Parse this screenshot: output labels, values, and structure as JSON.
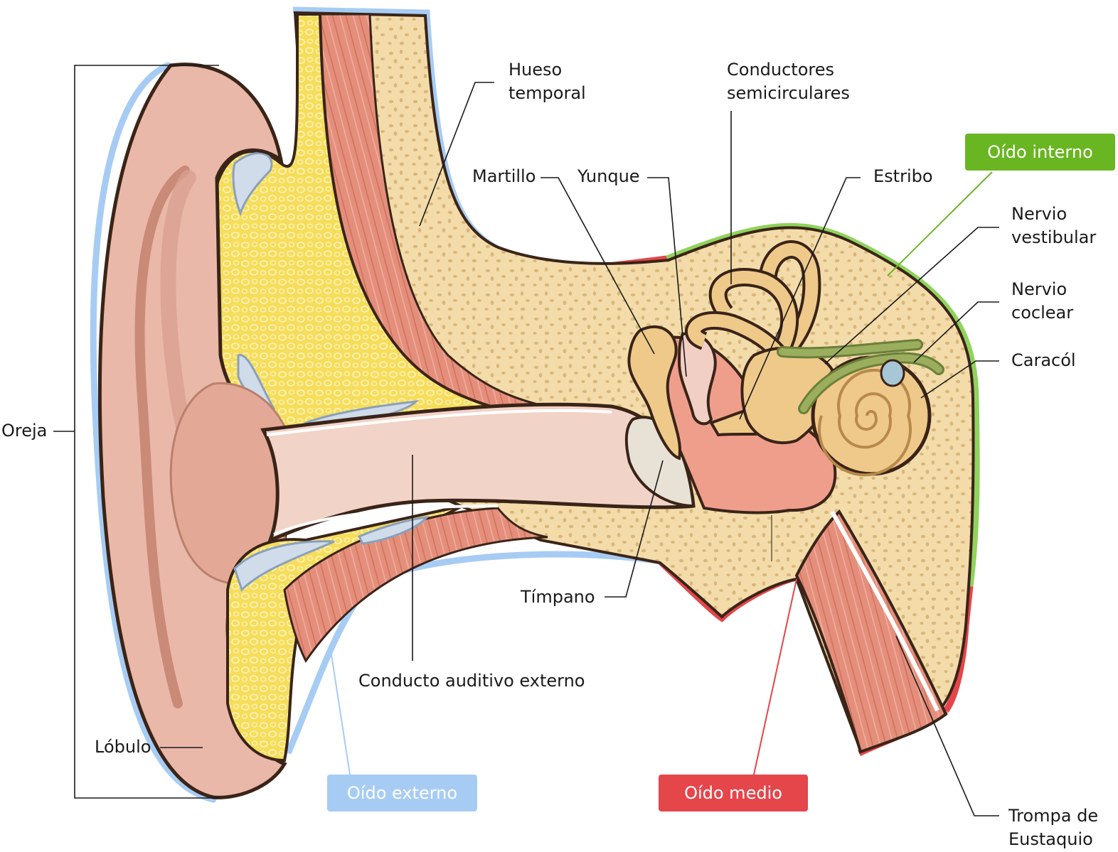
{
  "labels": {
    "hueso_temporal": [
      "Hueso",
      "temporal"
    ],
    "conductores": [
      "Conductores",
      "semicirculares"
    ],
    "martillo": "Martillo",
    "yunque": "Yunque",
    "estribo": "Estribo",
    "nervio_vestibular": [
      "Nervio",
      "vestibular"
    ],
    "nervio_coclear": [
      "Nervio",
      "coclear"
    ],
    "caracol": "Caracól",
    "oreja": "Oreja",
    "timpano": "Tímpano",
    "conducto": "Conducto auditivo externo",
    "lobulo": "Lóbulo",
    "trompa": [
      "Trompa de",
      "Eustaquio"
    ]
  },
  "regions": {
    "oido_externo": "Oído externo",
    "oido_medio": "Oído medio",
    "oido_interno": "Oído interno"
  },
  "colors": {
    "externo": "#a7ccf4",
    "medio": "#e4464a",
    "interno": "#6ab522",
    "bone": "#f3dcaa",
    "bone_dots": "#d9b77a",
    "skin": "#eab8a8",
    "skin_dark": "#c98a78",
    "cartilage": "#f6dd5a",
    "muscle": "#e48f7c",
    "canal": "#f2d3c8"
  }
}
